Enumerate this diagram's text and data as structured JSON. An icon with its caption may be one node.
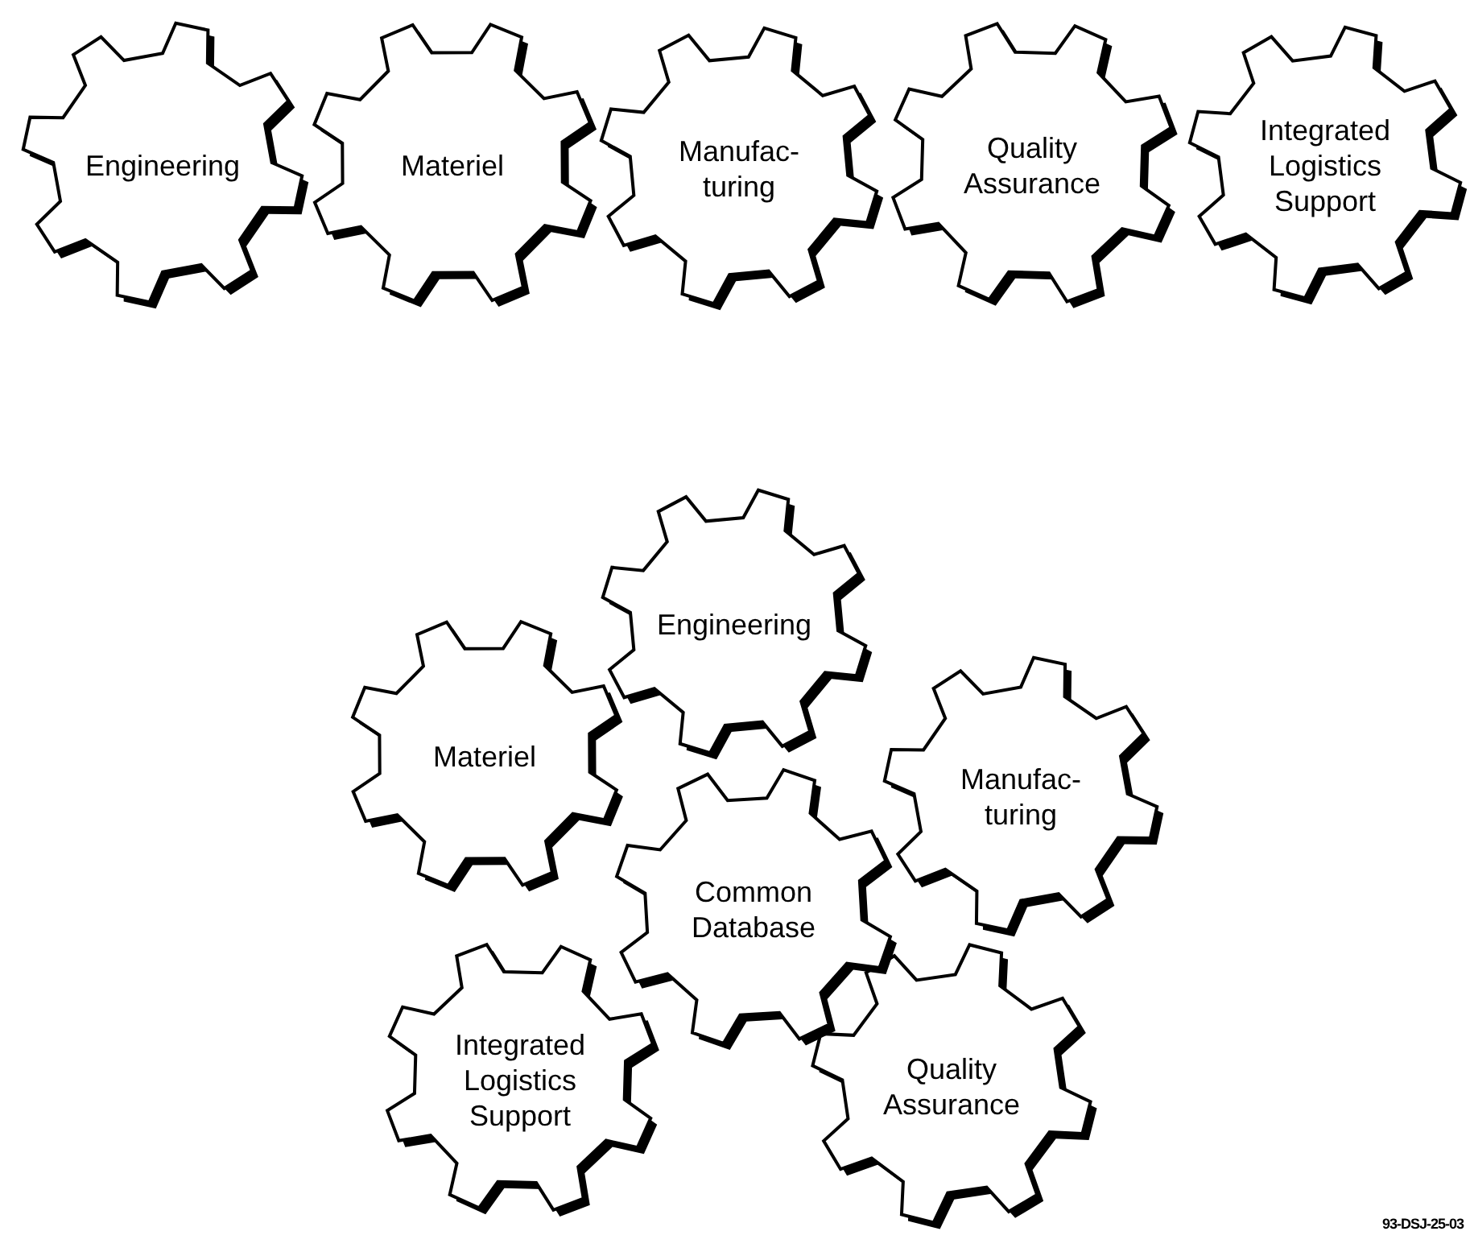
{
  "diagram": {
    "nodes": [
      {
        "text": [
          "Engineering"
        ]
      },
      {
        "text": [
          "Materiel"
        ]
      },
      {
        "text": [
          "Manufac- turing"
        ]
      },
      {
        "text": [
          "Quality Assurance"
        ]
      },
      {
        "text": [
          "Integrated Logistics Support"
        ]
      },
      {
        "text": [
          "Engineering"
        ]
      },
      {
        "text": [
          "Materiel"
        ]
      },
      {
        "text": [
          "Manufac- turing"
        ]
      },
      {
        "text": [
          "Common Database"
        ]
      },
      {
        "text": [
          "Integrated Logistics Support"
        ]
      },
      {
        "text": [
          "Quality Assurance"
        ]
      }
    ],
    "labels": [
      "93-DSJ-25-03"
    ]
  }
}
